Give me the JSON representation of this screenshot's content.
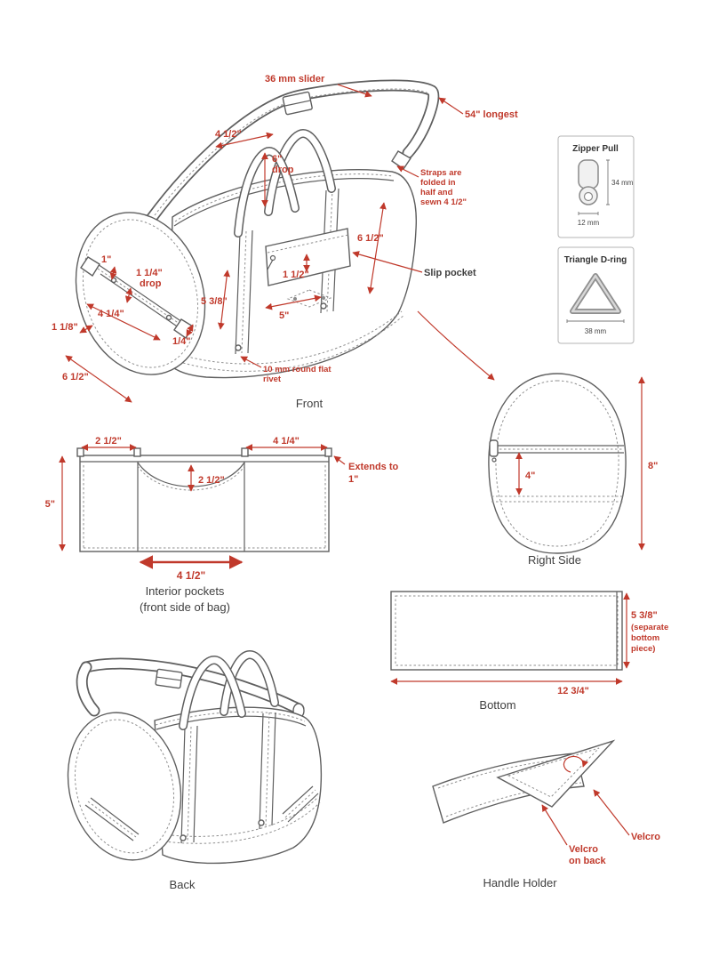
{
  "colors": {
    "accent": "#c0392b",
    "ink": "#5f5f5f",
    "text": "#3f3f3f"
  },
  "front": {
    "title": "Front",
    "slider": "36 mm slider",
    "longest": "54\" longest",
    "handle_span": "4 1/2\"",
    "drop_value": "6\"",
    "drop_word": "drop",
    "note_line1": "Straps are",
    "note_line2": "folded in",
    "note_line3": "half and",
    "note_line4": "sewn 4 1/2\"",
    "body_height": "6 1/2\"",
    "slip_pocket": "Slip pocket",
    "pocket_drop": "1 1/2\"",
    "pocket_width": "5\"",
    "panel_depth": "5 3/8\"",
    "one_inch": "1\"",
    "end_drop_value": "1 1/4\"",
    "end_drop_word": "drop",
    "end_strap": "4 1/4\"",
    "end_offset": "1 1/8\"",
    "quarter": "1/4\"",
    "end_width": "6 1/2\"",
    "rivet_line1": "10 mm round flat",
    "rivet_line2": "rivet"
  },
  "hardware": {
    "zipper_pull_title": "Zipper Pull",
    "zipper_pull_height": "34 mm",
    "zipper_pull_width": "12 mm",
    "dring_title": "Triangle D-ring",
    "dring_width": "38 mm"
  },
  "right_side": {
    "title": "Right Side",
    "height": "8\"",
    "zipper_offset": "4\""
  },
  "interior": {
    "title_line1": "Interior pockets",
    "title_line2": "(front side of bag)",
    "left_width": "2 1/2\"",
    "right_width": "4 1/4\"",
    "center_drop": "2 1/2\"",
    "height": "5\"",
    "center_width": "4 1/2\"",
    "extends_line1": "Extends to",
    "extends_line2": "1\""
  },
  "bottom": {
    "title": "Bottom",
    "length": "12 3/4\"",
    "depth": "5 3/8\"",
    "depth_note1": "(separate",
    "depth_note2": "bottom",
    "depth_note3": "piece)"
  },
  "back": {
    "title": "Back"
  },
  "handle_holder": {
    "title": "Handle Holder",
    "velcro": "Velcro",
    "velcro_back1": "Velcro",
    "velcro_back2": "on back"
  }
}
